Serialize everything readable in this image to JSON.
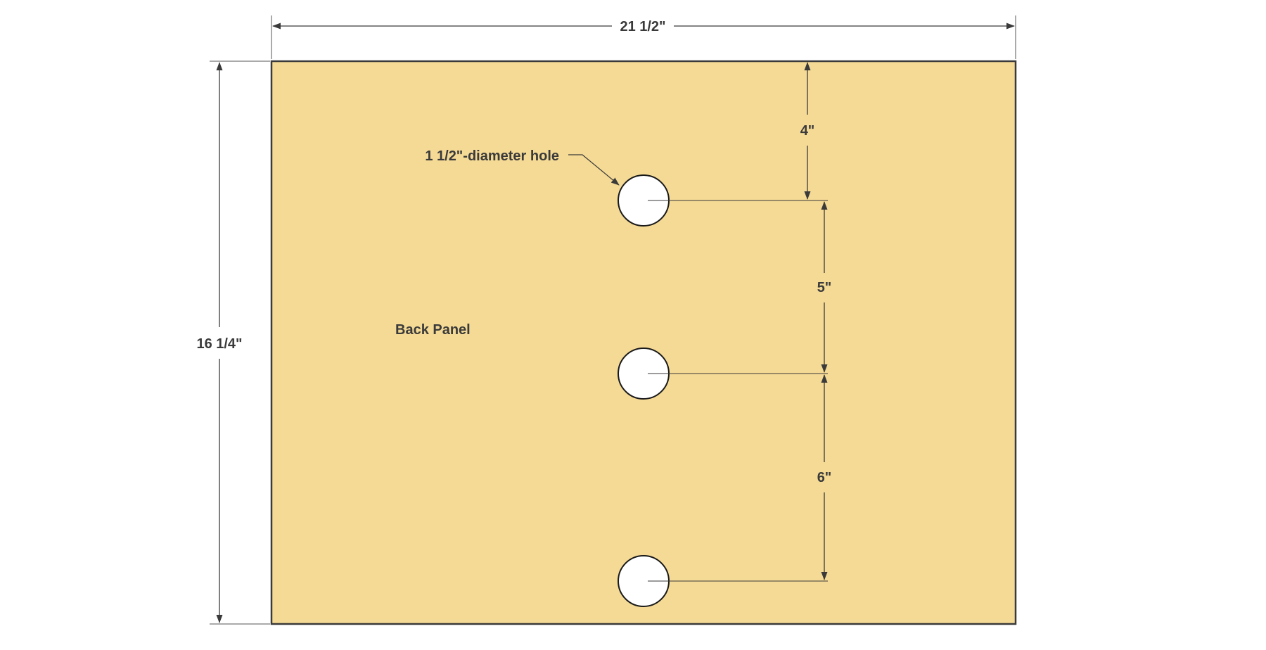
{
  "drawing": {
    "panel_label": "Back Panel",
    "hole_label": "1 1/2\"-diameter hole",
    "dimensions": {
      "width": "21 1/2\"",
      "height": "16 1/4\"",
      "top_to_hole_1": "4\"",
      "hole_1_to_hole_2": "5\"",
      "hole_2_to_hole_3": "6\""
    },
    "hole_count": 3
  },
  "colors": {
    "panel_fill": "#f5da95",
    "line": "#3a3a3a",
    "hole_fill": "#ffffff",
    "background": "#ffffff"
  }
}
